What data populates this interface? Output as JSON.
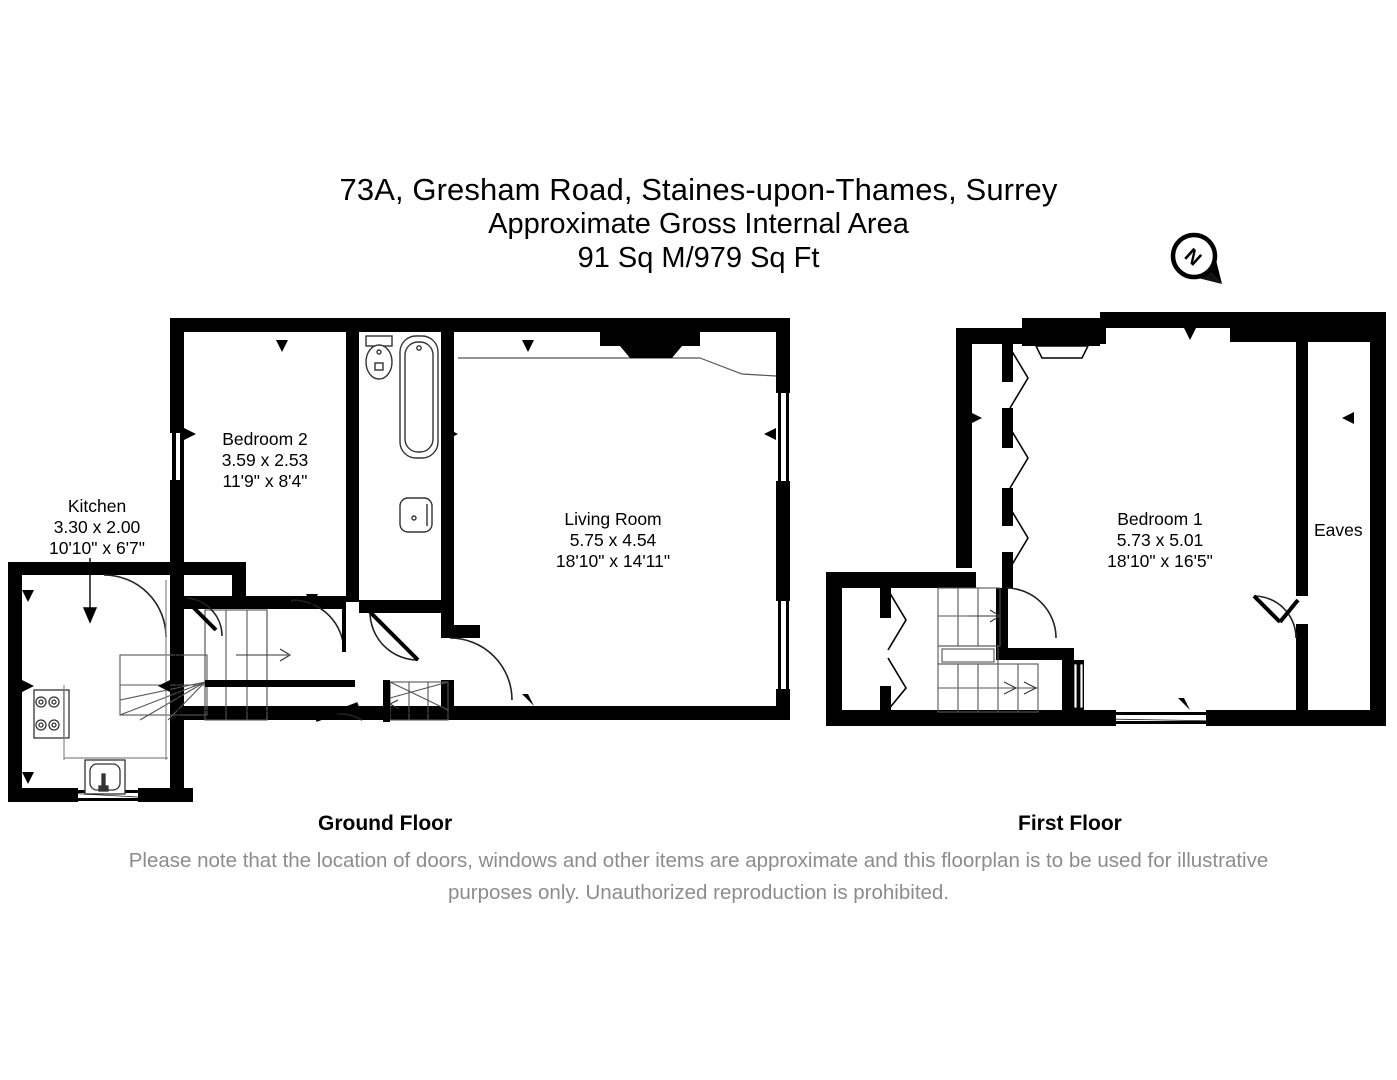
{
  "title": {
    "line1": "73A, Gresham Road, Staines-upon-Thames, Surrey",
    "line2": "Approximate Gross Internal Area",
    "line3": "91 Sq M/979 Sq Ft"
  },
  "compass": {
    "label": "N",
    "icon": "compass-north-icon"
  },
  "floors": [
    {
      "key": "ground",
      "caption": "Ground Floor",
      "rooms": [
        {
          "key": "kitchen",
          "name": "Kitchen",
          "dim_metric": "3.30 x 2.00",
          "dim_imperial": "10'10\" x 6'7\""
        },
        {
          "key": "bedroom-2",
          "name": "Bedroom 2",
          "dim_metric": "3.59 x 2.53",
          "dim_imperial": "11'9\" x 8'4\""
        },
        {
          "key": "living-room",
          "name": "Living Room",
          "dim_metric": "5.75 x 4.54",
          "dim_imperial": "18'10\" x 14'11\""
        }
      ],
      "fixtures": [
        "hob-icon",
        "sink-icon",
        "wc-icon",
        "bath-icon",
        "basin-icon",
        "staircase-icon"
      ]
    },
    {
      "key": "first",
      "caption": "First Floor",
      "rooms": [
        {
          "key": "bedroom-1",
          "name": "Bedroom 1",
          "dim_metric": "5.73 x 5.01",
          "dim_imperial": "18'10\" x 16'5\""
        },
        {
          "key": "eaves",
          "name": "Eaves",
          "dim_metric": "",
          "dim_imperial": ""
        }
      ],
      "fixtures": [
        "staircase-icon",
        "dormer-window-icon"
      ]
    }
  ],
  "footer": {
    "line1": "Please note that the location of doors, windows and other items are approximate and this floorplan is to be used for illustrative",
    "line2": "purposes only. Unauthorized reproduction is prohibited."
  },
  "colors": {
    "wall": "#000000",
    "background": "#ffffff",
    "fixture_line": "#333333",
    "footer_text": "#8c8c8c"
  }
}
